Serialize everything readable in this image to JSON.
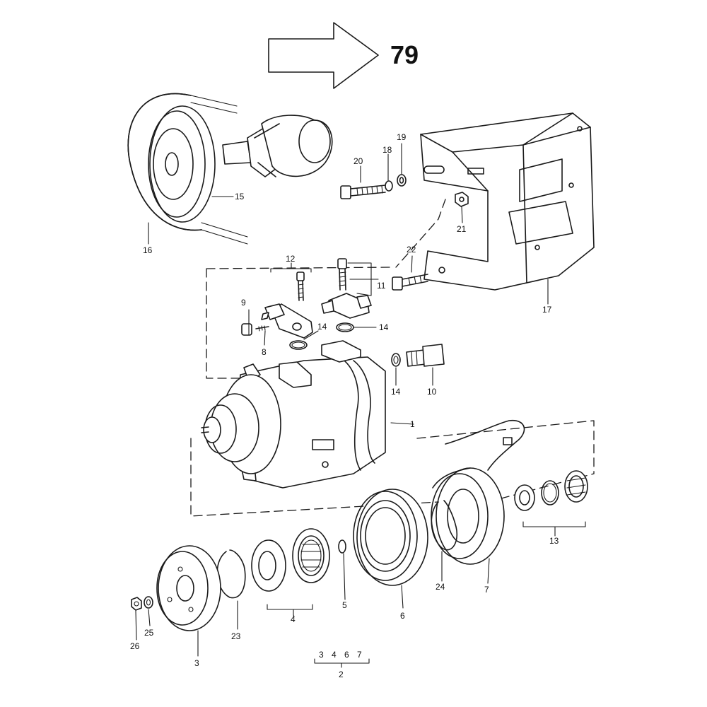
{
  "header": {
    "page_ref": "79",
    "arrow_icon": "right-arrow-icon"
  },
  "parts": {
    "p1": "1",
    "p2": "2",
    "p3": "3",
    "p4": "4",
    "p5": "5",
    "p6": "6",
    "p7": "7",
    "p8": "8",
    "p9": "9",
    "p10": "10",
    "p11": "11",
    "p12": "12",
    "p13": "13",
    "p14a": "14",
    "p14b": "14",
    "p14c": "14",
    "p15": "15",
    "p16": "16",
    "p17": "17",
    "p18": "18",
    "p19": "19",
    "p20": "20",
    "p21": "21",
    "p22": "22",
    "p23": "23",
    "p24": "24",
    "p25": "25",
    "p26": "26"
  },
  "group_note": {
    "members": "3 4 6 7",
    "label": "2"
  }
}
